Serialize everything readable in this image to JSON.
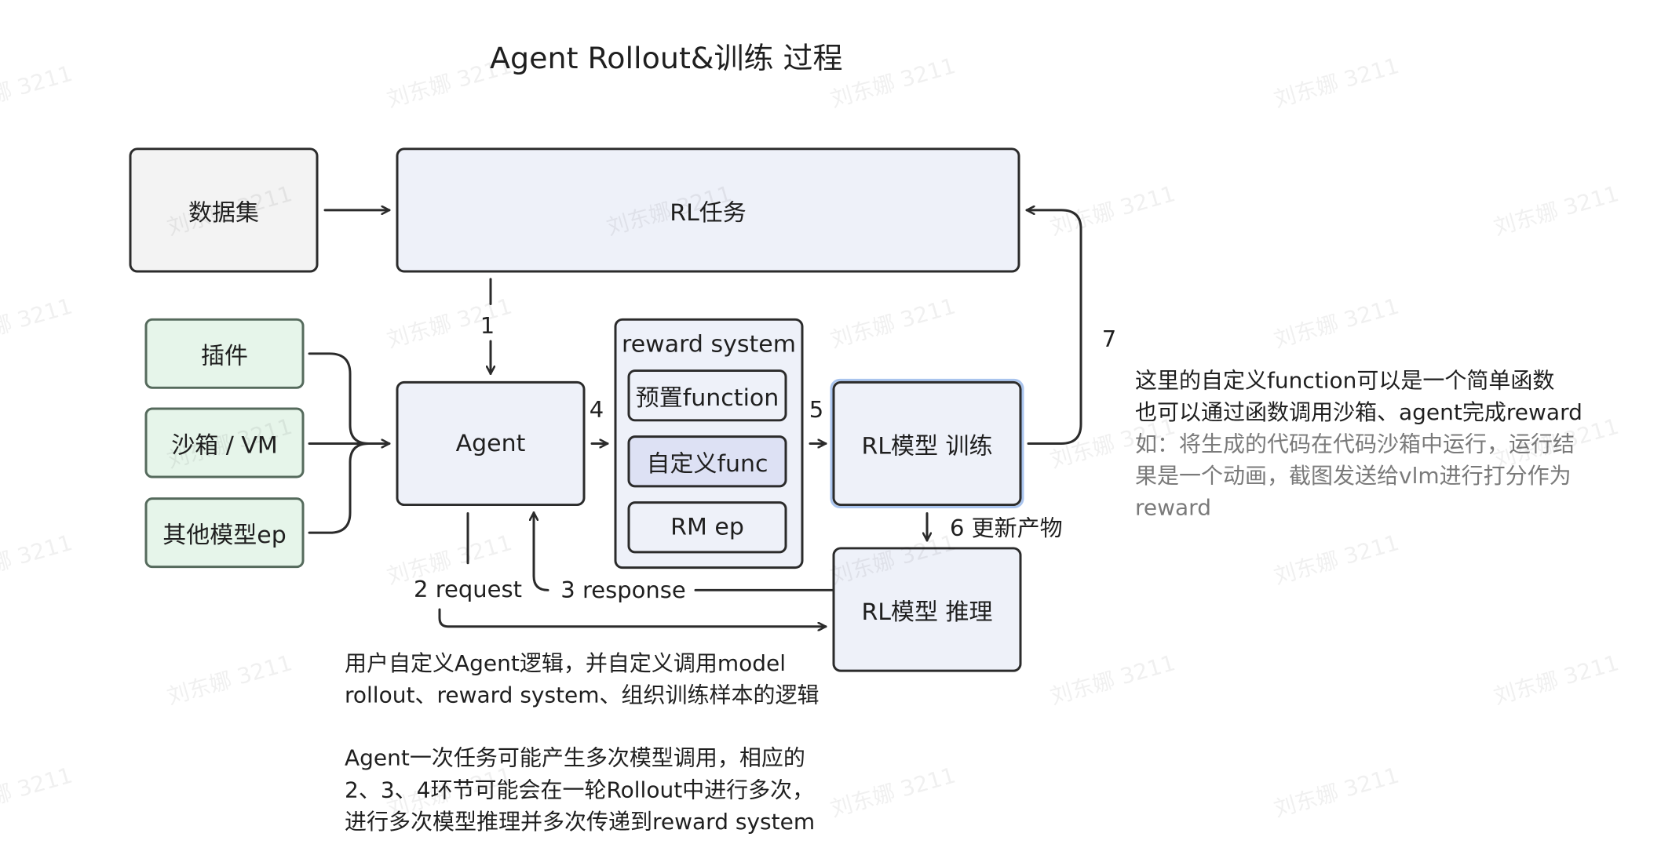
{
  "title": "Agent Rollout&训练 过程",
  "boxes": {
    "dataset": "数据集",
    "rl_task": "RL任务",
    "plugin": "插件",
    "sandbox": "沙箱 / VM",
    "other_model": "其他模型ep",
    "agent": "Agent",
    "reward_system": "reward system",
    "preset_function": "预置function",
    "custom_func": "自定义func",
    "rm_ep": "RM ep",
    "rl_train": "RL模型 训练",
    "rl_infer": "RL模型 推理"
  },
  "steps": {
    "s1": "1",
    "s2": "2 request",
    "s3": "3 response",
    "s4": "4",
    "s5": "5",
    "s6": "6 更新产物",
    "s7": "7"
  },
  "notes": {
    "right_line1": "这里的自定义function可以是一个简单函数",
    "right_line2": "也可以通过函数调用沙箱、agent完成reward",
    "right_line3": "如：将生成的代码在代码沙箱中运行，运行结",
    "right_line4": "果是一个动画，截图发送给vlm进行打分作为",
    "right_line5": "reward",
    "bottom_line1": "用户自定义Agent逻辑，并自定义调用model",
    "bottom_line2": "rollout、reward system、组织训练样本的逻辑",
    "bottom_line3": "Agent一次任务可能产生多次模型调用，相应的",
    "bottom_line4": "2、3、4环节可能会在一轮Rollout中进行多次，",
    "bottom_line5": "进行多次模型推理并多次传递到reward system"
  },
  "watermark": "刘东娜 3211",
  "colors": {
    "stroke": "#2b2b2b",
    "dataset_fill": "#f3f3f3",
    "blue_fill": "#eef1f9",
    "custom_fill": "#dde1f4",
    "green_fill": "#e6f5ea",
    "green_stroke": "#556a5c",
    "highlight_stroke": "#a9c4ee"
  }
}
